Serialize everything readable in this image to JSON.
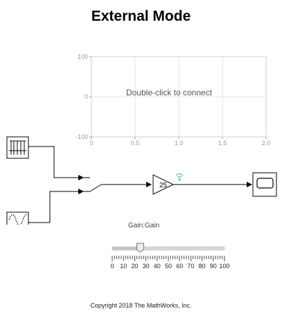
{
  "title": "External Mode",
  "scope_plot": {
    "hint": "Double-click to connect",
    "y_ticks": [
      "100",
      "0",
      "-100"
    ],
    "x_ticks": [
      "0",
      "0.5",
      "1.0",
      "1.5",
      "2.0"
    ]
  },
  "diagram": {
    "gain_value": "25",
    "gain_caption": "Gain:Gain"
  },
  "slider": {
    "value": 25,
    "min": 0,
    "max": 100,
    "labels": [
      "0",
      "10",
      "20",
      "30",
      "40",
      "50",
      "60",
      "70",
      "80",
      "90",
      "100"
    ]
  },
  "footer": {
    "copyright": "Copyright 2018 The MathWorks, Inc."
  }
}
